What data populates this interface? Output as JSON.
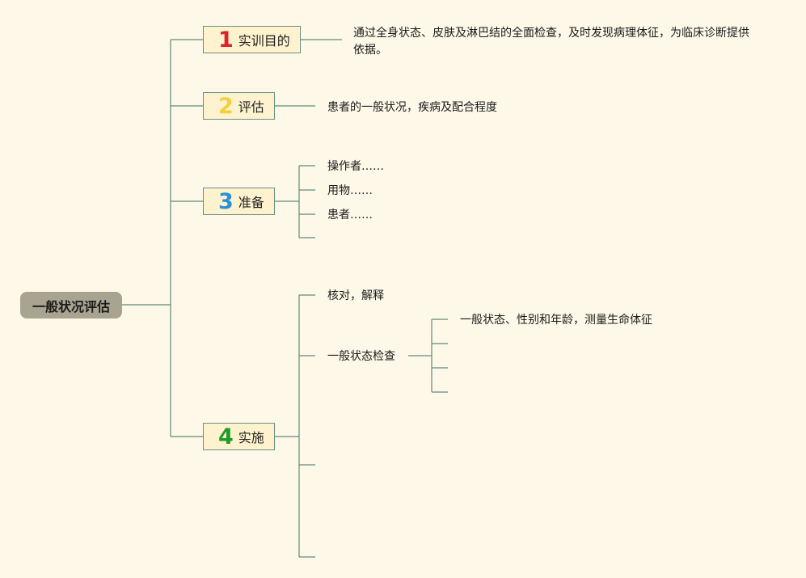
{
  "colors": {
    "background": "#fef8e9",
    "line": "#5e8c7c",
    "num1": "#e0202a",
    "num2": "#f4cf3c",
    "num3": "#2a90d8",
    "num4": "#1f9b2a"
  },
  "root": {
    "label": "一般状况评估"
  },
  "topics": [
    {
      "num": "1",
      "label": "实训目的"
    },
    {
      "num": "2",
      "label": "评估"
    },
    {
      "num": "3",
      "label": "准备"
    },
    {
      "num": "4",
      "label": "实施"
    }
  ],
  "details": {
    "purpose": "通过全身状态、皮肤及淋巴结的全面检查，及时发现病理体征，为临床诊断提供依据。",
    "assessment": "患者的一般状况，疾病及配合程度",
    "prep": [
      "操作者……",
      "用物……",
      "患者……"
    ],
    "impl_check": "核对，解释",
    "impl_general": "一般状态检查",
    "impl_general_sub": "一般状态、性别和年龄，测量生命体征"
  }
}
